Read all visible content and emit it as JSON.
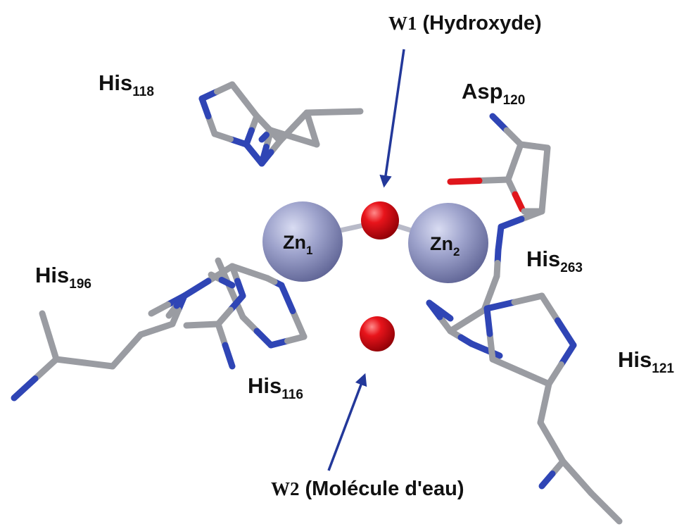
{
  "labels": {
    "w1": {
      "prefix": "W1",
      "text": "(Hydroxyde)"
    },
    "w2": {
      "prefix": "W2",
      "text": "(Molécule d'eau)"
    },
    "his118": {
      "name": "His",
      "sub": "118"
    },
    "asp120": {
      "name": "Asp",
      "sub": "120"
    },
    "his196": {
      "name": "His",
      "sub": "196"
    },
    "his263": {
      "name": "His",
      "sub": "263"
    },
    "his121": {
      "name": "His",
      "sub": "121"
    },
    "his116": {
      "name": "His",
      "sub": "116"
    },
    "zn1": {
      "name": "Zn",
      "sub": "1"
    },
    "zn2": {
      "name": "Zn",
      "sub": "2"
    }
  },
  "colors": {
    "carbon": "#9a9ca2",
    "nitrogen": "#2f45b5",
    "oxygen": "#e0161c",
    "zinc": "#8d92bd",
    "arrow": "#23389a"
  }
}
